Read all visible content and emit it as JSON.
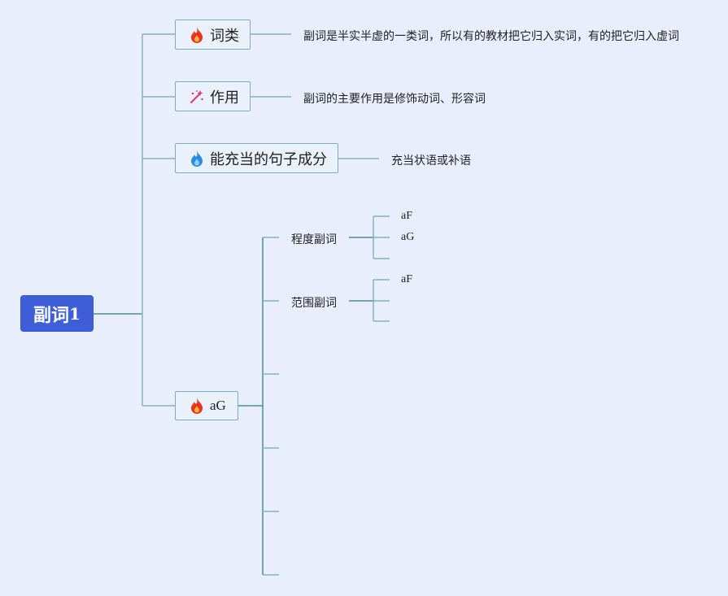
{
  "root": {
    "label_main": "副词",
    "label_num": "1"
  },
  "branches": [
    {
      "label": "词类",
      "icon": "fire-icon",
      "icon_color": "#e8341c",
      "note": "副词是半实半虚的一类词，所以有的教材把它归入实词，有的把它归入虚词"
    },
    {
      "label": "作用",
      "icon": "magic-wand-icon",
      "icon_color": "#e0317a",
      "note": "副词的主要作用是修饰动词、形容词"
    },
    {
      "label": "能充当的句子成分",
      "icon": "fire-icon",
      "icon_color": "#2a8ae0",
      "note": "充当状语或补语"
    },
    {
      "label": "aG",
      "icon": "fire-icon",
      "icon_color": "#e8341c",
      "children": [
        {
          "label": "程度副词",
          "children": [
            "aF",
            "aG",
            ""
          ]
        },
        {
          "label": "范围副词",
          "children": [
            "aF",
            "",
            ""
          ]
        }
      ]
    }
  ],
  "colors": {
    "line": "#86b2c0",
    "line_dark": "#4e8e92",
    "root_bg": "#3f5fd8",
    "background": "#e9eefc"
  }
}
